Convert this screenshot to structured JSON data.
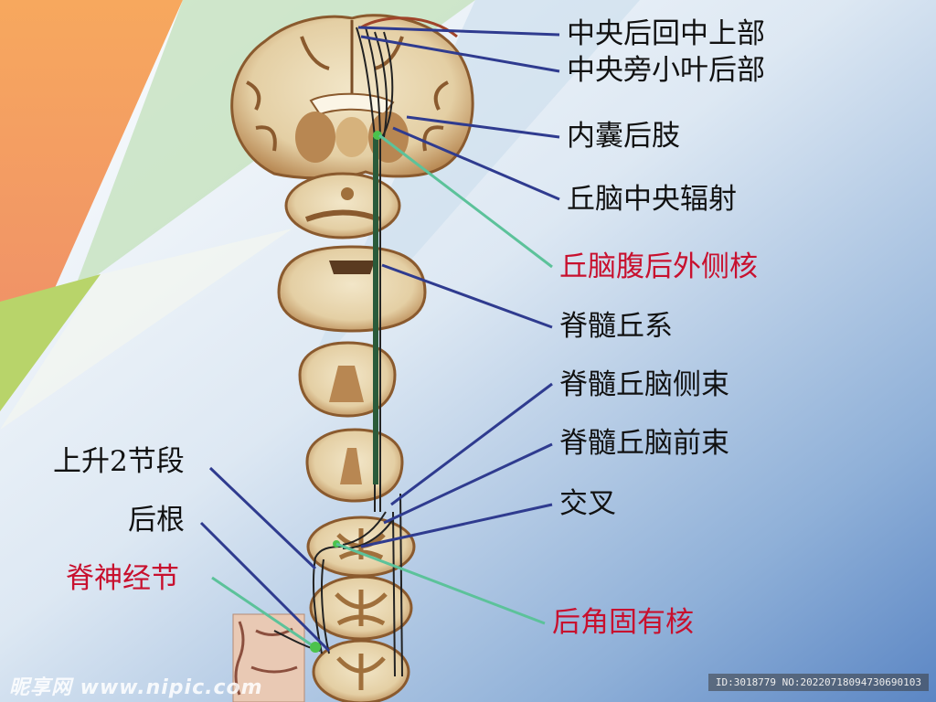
{
  "colors": {
    "pointer_blue": "#2f3b8f",
    "pointer_green": "#5cc29a",
    "red_label": "#c8102e",
    "tissue_light": "#eee0c0",
    "tissue_dark": "#8a5a2e"
  },
  "labels_right": [
    {
      "text": "中央后回中上部",
      "color": "black"
    },
    {
      "text": "中央旁小叶后部",
      "color": "black"
    },
    {
      "text": "内囊后肢",
      "color": "black"
    },
    {
      "text": "丘脑中央辐射",
      "color": "black"
    },
    {
      "text": "丘脑腹后外侧核",
      "color": "red"
    },
    {
      "text": "脊髓丘系",
      "color": "black"
    },
    {
      "text": "脊髓丘脑侧束",
      "color": "black"
    },
    {
      "text": "脊髓丘脑前束",
      "color": "black"
    },
    {
      "text": "交叉",
      "color": "black"
    },
    {
      "text": "后角固有核",
      "color": "red"
    }
  ],
  "labels_left": [
    {
      "text": "上升2节段",
      "color": "black"
    },
    {
      "text": "后根",
      "color": "black"
    },
    {
      "text": "脊神经节",
      "color": "red"
    }
  ],
  "watermark": "昵享网 www.nipic.com",
  "image_id": "ID:3018779 NO:20220718094730690103"
}
